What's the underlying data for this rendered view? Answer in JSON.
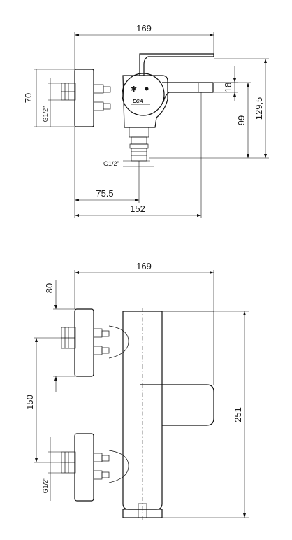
{
  "top_view": {
    "width_total": "169",
    "height_body": "70",
    "outlet_offset": "18",
    "outlet_depth": "99",
    "total_depth": "129,5",
    "thread_side": "G1/2\"",
    "thread_bottom": "G1/2\"",
    "inlet_to_outlet": "75.5",
    "inlet_to_lever": "152",
    "logo_text": "ECA"
  },
  "front_view": {
    "width_total": "169",
    "rosette_height": "80",
    "inlet_spacing": "150",
    "total_height": "251",
    "thread": "G1/2\""
  }
}
